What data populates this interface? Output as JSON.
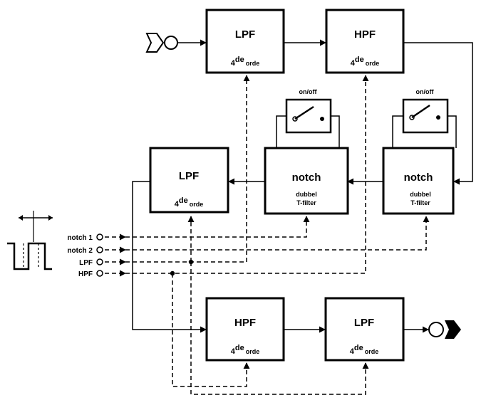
{
  "blocks": [
    {
      "label": "LPF",
      "order_sup": "de",
      "order_rest": "orde"
    },
    {
      "label": "HPF",
      "order_sup": "de",
      "order_rest": "orde"
    },
    {
      "label": "notch",
      "line1": "dubbel",
      "line2": "T-filter"
    },
    {
      "label": "notch",
      "line1": "dubbel",
      "line2": "T-filter"
    },
    {
      "label": "LPF",
      "order_sup": "de",
      "order_rest": "orde"
    },
    {
      "label": "HPF",
      "order_sup": "de",
      "order_rest": "orde"
    },
    {
      "label": "LPF",
      "order_sup": "de",
      "order_rest": "orde"
    }
  ],
  "order_num": "4",
  "switches": [
    {
      "label": "on/off"
    },
    {
      "label": "on/off"
    }
  ],
  "controls": [
    "notch 1",
    "notch 2",
    "LPF",
    "HPF"
  ]
}
